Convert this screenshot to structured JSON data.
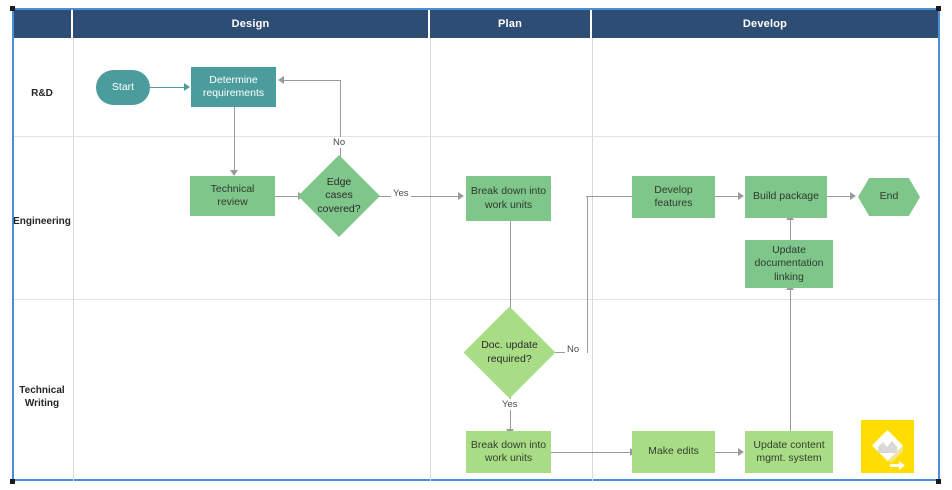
{
  "diagram": {
    "type": "swimlane-flowchart",
    "columns": [
      {
        "id": "corner",
        "label": ""
      },
      {
        "id": "design",
        "label": "Design"
      },
      {
        "id": "plan",
        "label": "Plan"
      },
      {
        "id": "develop",
        "label": "Develop"
      }
    ],
    "lanes": [
      {
        "id": "rnd",
        "label": "R&D"
      },
      {
        "id": "engineering",
        "label": "Engineering"
      },
      {
        "id": "technical-writing",
        "label": "Technical\nWriting"
      }
    ],
    "lane_labels": {
      "rnd": "R&D",
      "engineering": "Engineering",
      "tw_line1": "Technical",
      "tw_line2": "Writing"
    },
    "nodes": [
      {
        "id": "start",
        "label": "Start",
        "shape": "stadium",
        "lane": "rnd",
        "column": "design",
        "fill": "#4A9D9C"
      },
      {
        "id": "determine-requirements",
        "label": "Determine requirements",
        "shape": "rect",
        "lane": "rnd",
        "column": "design",
        "fill": "#4A9D9C"
      },
      {
        "id": "technical-review",
        "label": "Technical review",
        "shape": "rect",
        "lane": "engineering",
        "column": "design",
        "fill": "#7FC68A"
      },
      {
        "id": "edge-cases-covered",
        "label": "Edge cases covered?",
        "shape": "diamond",
        "lane": "engineering",
        "column": "design",
        "fill": "#7FC68A"
      },
      {
        "id": "break-down-work-units-eng",
        "label": "Break down into work units",
        "shape": "rect",
        "lane": "engineering",
        "column": "plan",
        "fill": "#7FC68A"
      },
      {
        "id": "develop-features",
        "label": "Develop features",
        "shape": "rect",
        "lane": "engineering",
        "column": "develop",
        "fill": "#7FC68A"
      },
      {
        "id": "build-package",
        "label": "Build package",
        "shape": "rect",
        "lane": "engineering",
        "column": "develop",
        "fill": "#7FC68A"
      },
      {
        "id": "end",
        "label": "End",
        "shape": "hexagon",
        "lane": "engineering",
        "column": "develop",
        "fill": "#7FC68A"
      },
      {
        "id": "update-documentation-linking",
        "label": "Update documentation linking",
        "shape": "rect",
        "lane": "engineering",
        "column": "develop",
        "fill": "#7FC68A"
      },
      {
        "id": "doc-update-required",
        "label": "Doc. update required?",
        "shape": "diamond",
        "lane": "technical-writing",
        "column": "plan",
        "fill": "#A9DD85"
      },
      {
        "id": "break-down-work-units-tw",
        "label": "Break down into work units",
        "shape": "rect",
        "lane": "technical-writing",
        "column": "plan",
        "fill": "#A9DD85"
      },
      {
        "id": "make-edits",
        "label": "Make edits",
        "shape": "rect",
        "lane": "technical-writing",
        "column": "develop",
        "fill": "#A9DD85"
      },
      {
        "id": "update-content-mgmt-system",
        "label": "Update content mgmt. system",
        "shape": "rect",
        "lane": "technical-writing",
        "column": "develop",
        "fill": "#A9DD85"
      }
    ],
    "node_labels": {
      "start": "Start",
      "determine_l1": "Determine",
      "determine_l2": "requirements",
      "technical_review_l1": "Technical",
      "technical_review_l2": "review",
      "edge_cases_l1": "Edge cases",
      "edge_cases_l2": "covered?",
      "break_down_eng_l1": "Break down into",
      "break_down_eng_l2": "work units",
      "develop_features_l1": "Develop",
      "develop_features_l2": "features",
      "build_package": "Build package",
      "end": "End",
      "update_doc_l1": "Update",
      "update_doc_l2": "documentation",
      "update_doc_l3": "linking",
      "doc_update_l1": "Doc. update",
      "doc_update_l2": "required?",
      "break_down_tw_l1": "Break down into",
      "break_down_tw_l2": "work units",
      "make_edits": "Make edits",
      "update_cms_l1": "Update content",
      "update_cms_l2": "mgmt. system"
    },
    "edge_labels": {
      "edge_cases_no": "No",
      "edge_cases_yes": "Yes",
      "doc_update_no": "No",
      "doc_update_yes": "Yes"
    },
    "edges": [
      {
        "from": "start",
        "to": "determine-requirements",
        "label": ""
      },
      {
        "from": "determine-requirements",
        "to": "technical-review",
        "label": ""
      },
      {
        "from": "technical-review",
        "to": "edge-cases-covered",
        "label": ""
      },
      {
        "from": "edge-cases-covered",
        "to": "determine-requirements",
        "label": "No"
      },
      {
        "from": "edge-cases-covered",
        "to": "break-down-work-units-eng",
        "label": "Yes"
      },
      {
        "from": "break-down-work-units-eng",
        "to": "doc-update-required",
        "label": ""
      },
      {
        "from": "doc-update-required",
        "to": "develop-features",
        "label": "No"
      },
      {
        "from": "doc-update-required",
        "to": "break-down-work-units-tw",
        "label": "Yes"
      },
      {
        "from": "develop-features",
        "to": "build-package",
        "label": ""
      },
      {
        "from": "build-package",
        "to": "end",
        "label": ""
      },
      {
        "from": "update-documentation-linking",
        "to": "build-package",
        "label": ""
      },
      {
        "from": "break-down-work-units-tw",
        "to": "make-edits",
        "label": ""
      },
      {
        "from": "make-edits",
        "to": "update-content-mgmt-system",
        "label": ""
      },
      {
        "from": "update-content-mgmt-system",
        "to": "update-documentation-linking",
        "label": ""
      }
    ],
    "colors": {
      "header_band": "#2E4D74",
      "selection_border": "#4A90D9",
      "rnd_fill": "#4A9D9C",
      "engineering_fill": "#7FC68A",
      "technical_writing_fill": "#A9DD85",
      "connector": "#9a9a9a",
      "watermark": "#FFDD00"
    }
  },
  "watermark": {
    "name": "lucid-logo",
    "color": "#FFDD00"
  }
}
